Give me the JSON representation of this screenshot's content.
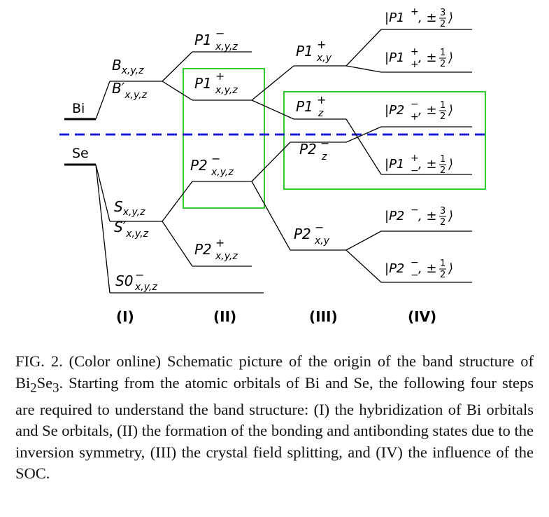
{
  "diagram": {
    "atoms": {
      "bi": "Bi",
      "se": "Se"
    },
    "levels": {
      "bxyz": {
        "base": "B",
        "sub": "x,y,z"
      },
      "bpxyz": {
        "base": "B′",
        "sub": "x,y,z"
      },
      "sxyz": {
        "base": "S",
        "sub": "x,y,z"
      },
      "spxyz": {
        "base": "S′",
        "sub": "x,y,z"
      },
      "s0xyz": {
        "base": "S0",
        "sup": "−",
        "sub": "x,y,z"
      },
      "p1m_xyz": {
        "base": "P1",
        "sup": "−",
        "sub": "x,y,z"
      },
      "p1p_xyz": {
        "base": "P1",
        "sup": "+",
        "sub": "x,y,z"
      },
      "p2m_xyz": {
        "base": "P2",
        "sup": "−",
        "sub": "x,y,z"
      },
      "p2p_xyz": {
        "base": "P2",
        "sup": "+",
        "sub": "x,y,z"
      },
      "p1p_xy": {
        "base": "P1",
        "sup": "+",
        "sub": "x,y"
      },
      "p1p_z": {
        "base": "P1",
        "sup": "+",
        "sub": "z"
      },
      "p2m_z": {
        "base": "P2",
        "sup": "−",
        "sub": "z"
      },
      "p2m_xy": {
        "base": "P2",
        "sup": "−",
        "sub": "x,y"
      }
    },
    "states": [
      {
        "name": "P1",
        "sup": "+",
        "sub": "",
        "num": "3",
        "den": "2"
      },
      {
        "name": "P1",
        "sup": "+",
        "sub": "+",
        "num": "1",
        "den": "2"
      },
      {
        "name": "P2",
        "sup": "−",
        "sub": "+",
        "num": "1",
        "den": "2"
      },
      {
        "name": "P1",
        "sup": "+",
        "sub": "−",
        "num": "1",
        "den": "2"
      },
      {
        "name": "P2",
        "sup": "−",
        "sub": "",
        "num": "3",
        "den": "2"
      },
      {
        "name": "P2",
        "sup": "−",
        "sub": "−",
        "num": "1",
        "den": "2"
      }
    ],
    "steps": [
      "(I)",
      "(II)",
      "(III)",
      "(IV)"
    ],
    "colors": {
      "fermi_line": "#1a1adb",
      "highlight_box": "#33cc33",
      "levels": "#000000"
    }
  },
  "caption": {
    "prefix": "FIG. 2. (Color online) Schematic picture of the origin of the band structure of Bi",
    "sub1": "2",
    "middle": "Se",
    "sub2": "3",
    "suffix": ". Starting from the atomic orbitals of Bi and Se, the following four steps are required to understand the band structure: (I) the hybridization of Bi orbitals and Se orbitals, (II) the formation of the bonding and antibonding states due to the inversion symmetry, (III) the crystal field splitting, and (IV) the influence of the SOC."
  }
}
